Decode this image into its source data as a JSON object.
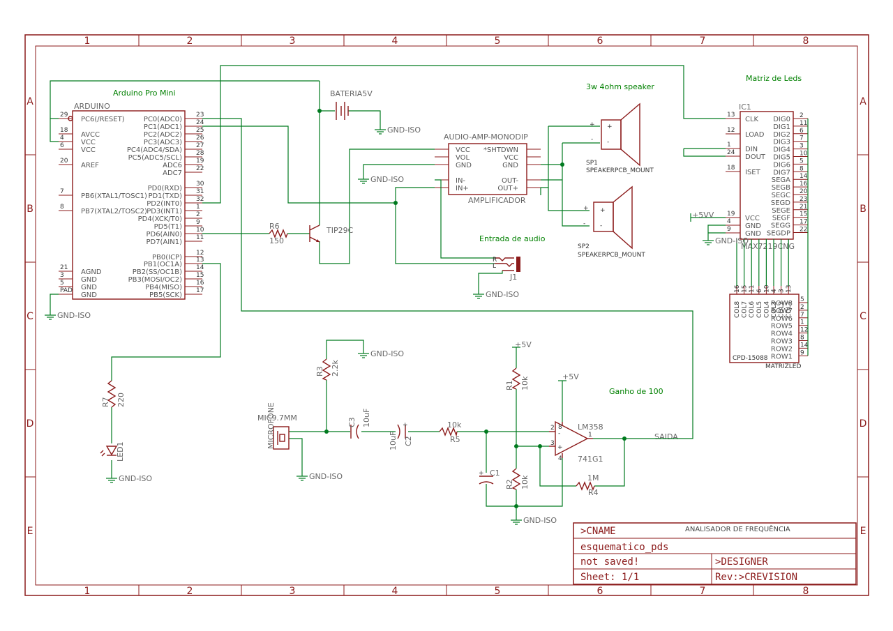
{
  "zones_top": [
    "1",
    "2",
    "3",
    "4",
    "5",
    "6",
    "7",
    "8"
  ],
  "zones_side": [
    "A",
    "B",
    "C",
    "D",
    "E"
  ],
  "title_block": {
    "cname": ">CNAME",
    "title": "ANALISADOR DE FREQUÊNCIA",
    "filename": "esquematico_pds",
    "saved": "not saved!",
    "designer": ">DESIGNER",
    "sheet": "Sheet: 1/1",
    "rev": "Rev:>CREVISION"
  },
  "notes": {
    "arduino": "Arduino Pro Mini",
    "speaker": "3w 4ohm speaker",
    "matrix": "Matriz de Leds",
    "audio_in": "Entrada de audio",
    "gain": "Ganho de 100",
    "saida": "SAIDA"
  },
  "arduino": {
    "ref": "ARDUINO",
    "left_pins": [
      {
        "num": "29",
        "name": "PC6(/RESET)"
      },
      {
        "num": "18",
        "name": "AVCC"
      },
      {
        "num": "4",
        "name": "VCC"
      },
      {
        "num": "6",
        "name": "VCC"
      },
      {
        "num": "20",
        "name": "AREF"
      },
      {
        "num": "7",
        "name": "PB6(XTAL1/TOSC1)"
      },
      {
        "num": "8",
        "name": "PB7(XTAL2/TOSC2)"
      },
      {
        "num": "21",
        "name": "AGND"
      },
      {
        "num": "3",
        "name": "GND"
      },
      {
        "num": "5",
        "name": "GND"
      },
      {
        "num": "PAD",
        "name": "GND"
      }
    ],
    "right_pins": [
      {
        "num": "23",
        "name": "PC0(ADC0)"
      },
      {
        "num": "24",
        "name": "PC1(ADC1)"
      },
      {
        "num": "25",
        "name": "PC2(ADC2)"
      },
      {
        "num": "26",
        "name": "PC3(ADC3)"
      },
      {
        "num": "27",
        "name": "PC4(ADC4/SDA)"
      },
      {
        "num": "28",
        "name": "PC5(ADC5/SCL)"
      },
      {
        "num": "19",
        "name": "ADC6"
      },
      {
        "num": "22",
        "name": "ADC7"
      },
      {
        "num": "30",
        "name": "PD0(RXD)"
      },
      {
        "num": "31",
        "name": "PD1(TXD)"
      },
      {
        "num": "32",
        "name": "PD2(INT0)"
      },
      {
        "num": "1",
        "name": "PD3(INT1)"
      },
      {
        "num": "2",
        "name": "PD4(XCK/T0)"
      },
      {
        "num": "9",
        "name": "PD5(T1)"
      },
      {
        "num": "10",
        "name": "PD6(AIN0)"
      },
      {
        "num": "11",
        "name": "PD7(AIN1)"
      },
      {
        "num": "12",
        "name": "PB0(ICP)"
      },
      {
        "num": "13",
        "name": "PB1(OC1A)"
      },
      {
        "num": "14",
        "name": "PB2(SS/OC1B)"
      },
      {
        "num": "15",
        "name": "PB3(MOSI/OC2)"
      },
      {
        "num": "16",
        "name": "PB4(MISO)"
      },
      {
        "num": "17",
        "name": "PB5(SCK)"
      }
    ]
  },
  "ic1": {
    "ref": "IC1",
    "value": "MAX7219CNG",
    "left_pins": [
      {
        "num": "13",
        "name": "CLK"
      },
      {
        "num": "12",
        "name": "LOAD"
      },
      {
        "num": "1",
        "name": "DIN"
      },
      {
        "num": "24",
        "name": "DOUT"
      },
      {
        "num": "18",
        "name": "ISET"
      },
      {
        "num": "19",
        "name": "VCC"
      },
      {
        "num": "4",
        "name": "GND"
      },
      {
        "num": "9",
        "name": "GND"
      }
    ],
    "right_pins": [
      {
        "num": "2",
        "name": "DIG0"
      },
      {
        "num": "11",
        "name": "DIG1"
      },
      {
        "num": "6",
        "name": "DIG2"
      },
      {
        "num": "7",
        "name": "DIG3"
      },
      {
        "num": "3",
        "name": "DIG4"
      },
      {
        "num": "10",
        "name": "DIG5"
      },
      {
        "num": "5",
        "name": "DIG6"
      },
      {
        "num": "8",
        "name": "DIG7"
      },
      {
        "num": "14",
        "name": "SEGA"
      },
      {
        "num": "16",
        "name": "SEGB"
      },
      {
        "num": "20",
        "name": "SEGC"
      },
      {
        "num": "23",
        "name": "SEGD"
      },
      {
        "num": "21",
        "name": "SEGE"
      },
      {
        "num": "15",
        "name": "SEGF"
      },
      {
        "num": "17",
        "name": "SEGG"
      },
      {
        "num": "22",
        "name": "SEGDP"
      }
    ]
  },
  "matrix": {
    "ref": "CPD-15088",
    "value": "MATRIZLED",
    "cols": [
      "COL8",
      "COL7",
      "COL6",
      "COL5",
      "COL4",
      "COL3",
      "COL2",
      "COL1"
    ],
    "col_nums": [
      "16",
      "15",
      "11",
      "6",
      "10",
      "4",
      "3",
      "13"
    ],
    "rows": [
      "ROW8",
      "ROW7",
      "ROW6",
      "ROW5",
      "ROW4",
      "ROW3",
      "ROW2",
      "ROW1"
    ],
    "row_nums": [
      "5",
      "2",
      "7",
      "1",
      "12",
      "8",
      "14",
      "9"
    ]
  },
  "amp": {
    "title": "AUDIO-AMP-MONODIP",
    "value": "AMPLIFICADOR",
    "left_pins": [
      "VCC",
      "VOL",
      "GND",
      "IN-",
      "IN+"
    ],
    "right_pins": [
      "*SHTDWN",
      "VCC",
      "GND",
      "OUT-",
      "OUT+"
    ]
  },
  "sp1": {
    "ref": "SP1",
    "value": "SPEAKERPCB_MOUNT"
  },
  "sp2": {
    "ref": "SP2",
    "value": "SPEAKERPCB_MOUNT"
  },
  "battery": "BATERIA5V",
  "gnd": "GND-ISO",
  "gnd_ic": "GND-ISO",
  "vcc5": "+5V",
  "vcc5v": "+5VV",
  "j1": "J1",
  "r6": {
    "ref": "R6",
    "value": "150"
  },
  "q1": "TIP29C",
  "r7": {
    "ref": "R7",
    "value": "220"
  },
  "led1": "LED1",
  "mic": {
    "ref": "MICROFONE",
    "value": "MIC9.7MM"
  },
  "r3": {
    "ref": "R3",
    "value": "2.2k"
  },
  "c3": {
    "ref": "C3",
    "value": "10uF"
  },
  "c2": {
    "ref": "C2",
    "value": "10uF"
  },
  "r5": {
    "ref": "R5",
    "value": "10k"
  },
  "r1": {
    "ref": "R1",
    "value": "10k"
  },
  "r2": {
    "ref": "R2",
    "value": "10k"
  },
  "c1": "C1",
  "r4": {
    "ref": "R4",
    "value": "1M"
  },
  "opamp": {
    "ref": "LM358",
    "value": "741G1",
    "pins": [
      "2",
      "3",
      "8",
      "4",
      "1"
    ]
  }
}
